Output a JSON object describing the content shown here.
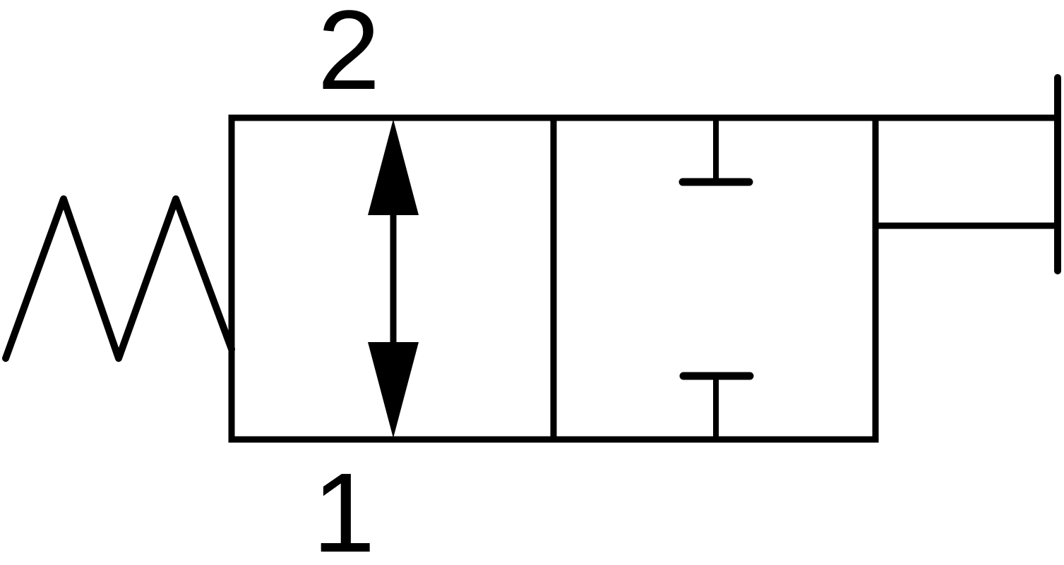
{
  "diagram": {
    "kind": "fluid-power-valve-symbol",
    "ports": {
      "top_label": "2",
      "bottom_label": "1"
    },
    "symbols": {
      "left": "spring-return",
      "position_1": "open-flow-double-arrow",
      "position_2": "blocked-ports",
      "right": "plunger-rod-actuator"
    },
    "colors": {
      "line": "#000000",
      "background": "#ffffff"
    }
  }
}
